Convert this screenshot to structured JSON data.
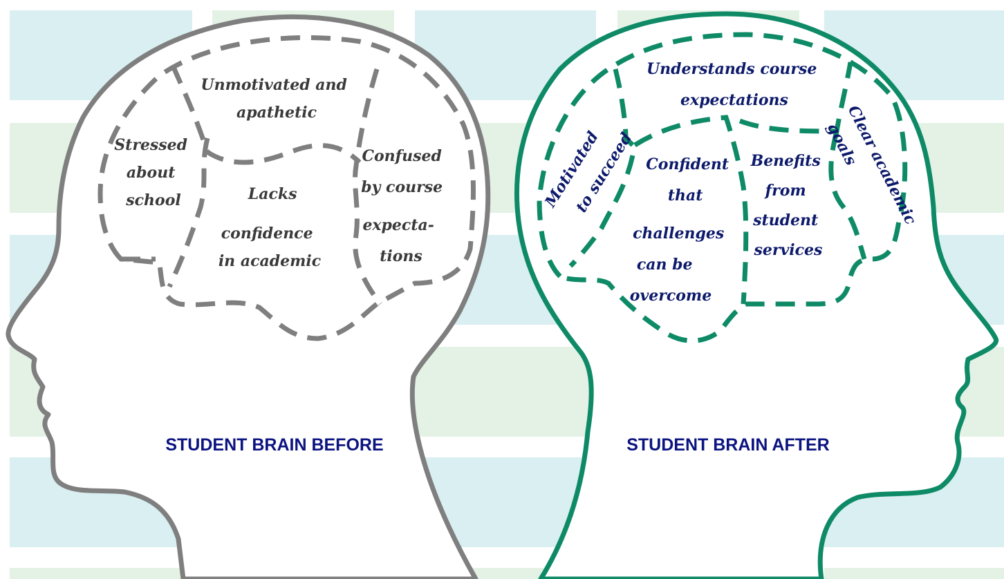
{
  "heads": {
    "before": {
      "label": "STUDENT BRAIN BEFORE",
      "outline_color": "#7f7f7f",
      "regions": {
        "unmotivated": [
          "Unmotivated and",
          "apathetic"
        ],
        "stressed": [
          "Stressed",
          "about",
          "school"
        ],
        "lacks_confidence": [
          "Lacks",
          "confidence",
          "in academic"
        ],
        "confused": [
          "Confused",
          "by course",
          "expecta-",
          "tions"
        ]
      }
    },
    "after": {
      "label": "STUDENT BRAIN AFTER",
      "outline_color": "#0e8a66",
      "regions": {
        "understands": [
          "Understands course",
          "expectations"
        ],
        "motivated": [
          "Motivated",
          "to succeed"
        ],
        "confident": [
          "Confident",
          "that",
          "challenges",
          "can be",
          "overcome"
        ],
        "benefits": [
          "Benefits",
          "from",
          "student",
          "services"
        ],
        "clear_goals": [
          "Clear academic",
          "goals"
        ]
      }
    }
  },
  "background": {
    "tile_colors": [
      "#d9eff2",
      "#e3f2e5"
    ]
  }
}
